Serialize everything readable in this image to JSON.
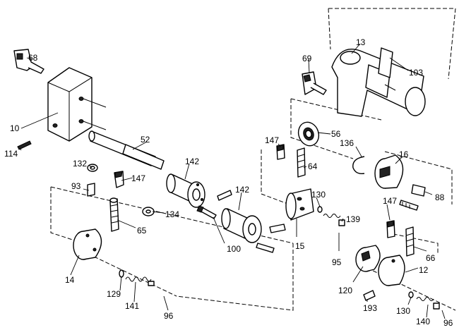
{
  "part_labels": {
    "p10": "10",
    "p12": "12",
    "p13": "13",
    "p14": "14",
    "p15": "15",
    "p16": "16",
    "p52": "52",
    "p56": "56",
    "p64": "64",
    "p65": "65",
    "p66": "66",
    "p68": "68",
    "p69": "69",
    "p88": "88",
    "p93": "93",
    "p95": "95",
    "p96a": "96",
    "p96b": "96",
    "p100": "100",
    "p103": "103",
    "p114": "114",
    "p120": "120",
    "p129": "129",
    "p130a": "130",
    "p130b": "130",
    "p132": "132",
    "p134": "134",
    "p136": "136",
    "p139": "139",
    "p140": "140",
    "p141": "141",
    "p142a": "142",
    "p142b": "142",
    "p147a": "147",
    "p147b": "147",
    "p147c": "147",
    "p193": "193"
  }
}
